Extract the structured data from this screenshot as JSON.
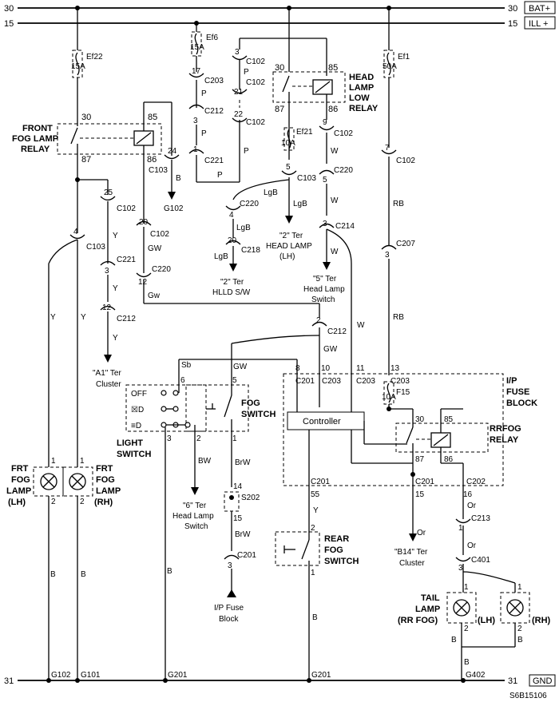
{
  "rails": {
    "bat_num": "30",
    "bat_num_r": "30",
    "bat_label": "BAT+",
    "ill_num": "15",
    "ill_num_r": "15",
    "ill_label": "ILL +",
    "gnd_num": "31",
    "gnd_num_r": "31",
    "gnd_label": "GND"
  },
  "fuses": {
    "ef22_name": "Ef22",
    "ef22_rating": "15A",
    "ef6_name": "Ef6",
    "ef6_rating": "15A",
    "ef1_name": "Ef1",
    "ef1_rating": "50A",
    "ef21_name": "Ef21",
    "ef21_rating": "10A",
    "f15_name": "F15",
    "f15_rating": "10A"
  },
  "relays": {
    "front_fog": [
      "FRONT",
      "FOG LAMP",
      "RELAY"
    ],
    "front_fog_pins": [
      "30",
      "85",
      "87",
      "86"
    ],
    "head_low": [
      "HEAD",
      "LAMP",
      "LOW",
      "RELAY"
    ],
    "head_low_pins": [
      "30",
      "85",
      "87",
      "86"
    ],
    "rrfog": [
      "RRFOG",
      "RELAY"
    ],
    "rrfog_pins": [
      "30",
      "85",
      "87",
      "86"
    ]
  },
  "connectors": {
    "c102a": "C102",
    "c203": "C203",
    "c212a": "C212",
    "c221a": "C221",
    "c102b": "C102",
    "c102c": "C102",
    "c103a": "C103",
    "c102d": "C102",
    "c220a": "C220",
    "c103b": "C103",
    "c220b": "C220",
    "c218": "C218",
    "c214": "C214",
    "c102e": "C102",
    "c207": "C207",
    "c102f": "C102",
    "c103c": "C103",
    "c102g": "C102",
    "c221b": "C221",
    "c212b": "C212",
    "c220c": "C220",
    "c212c": "C212",
    "c201a": "C201",
    "c203b": "C203",
    "c203c": "C203",
    "c203d": "C203",
    "c201b": "C201",
    "c202": "C202",
    "c201c": "C201",
    "c213": "C213",
    "c401": "C401",
    "c201d": "C201",
    "s202": "S202"
  },
  "pins": {
    "p3a": "3",
    "p17": "17",
    "p21": "21",
    "p3b": "3",
    "p22": "22",
    "p1a": "1",
    "p9": "9",
    "p5a": "5",
    "p5b": "5",
    "p4a": "4",
    "p20a": "20",
    "p3c": "3",
    "p7": "7",
    "p3d": "3",
    "p24": "24",
    "p25": "25",
    "p4b": "4",
    "p3e": "3",
    "p12a": "12",
    "p20b": "20",
    "p12b": "12",
    "p2a": "2",
    "p6": "6",
    "p5c": "5",
    "p8": "8",
    "p10": "10",
    "p11": "11",
    "p13": "13",
    "p3f": "3",
    "p2b": "2",
    "p1b": "1",
    "p14": "14",
    "p15a": "15",
    "p3g": "3",
    "p55": "55",
    "p2c": "2",
    "p1c": "1",
    "p15b": "15",
    "p16": "16",
    "p1d": "1",
    "p3h": "3",
    "lh1": "1",
    "lh2": "2",
    "rh1": "1",
    "rh2": "2",
    "tl1": "1",
    "tl2": "2",
    "tr1": "1",
    "tr2": "2"
  },
  "wires": {
    "p_a": "P",
    "p_b": "P",
    "p_c": "P",
    "p_d": "P",
    "w_a": "W",
    "w_b": "W",
    "w_c": "W",
    "w_d": "W",
    "lgb_a": "LgB",
    "lgb_b": "LgB",
    "lgb_c": "LgB",
    "lgb_d": "LgB",
    "rb_a": "RB",
    "rb_b": "RB",
    "b_a": "B",
    "y_a": "Y",
    "y_b": "Y",
    "y_c": "Y",
    "y_d": "Y",
    "y_e": "Y",
    "gw_a": "GW",
    "gw_b": "Gw",
    "gw_c": "GW",
    "gw_d": "GW",
    "sb": "Sb",
    "bw": "BW",
    "brw_a": "BrW",
    "brw_b": "BrW",
    "y_f": "Y",
    "b_b": "B",
    "b_c": "B",
    "b_d": "B",
    "b_e": "B",
    "or_a": "Or",
    "or_b": "Or",
    "or_c": "Or",
    "b_f": "B",
    "b_g": "B",
    "b_h": "B"
  },
  "destinations": {
    "g102_top": "G102",
    "headlamp_lh": [
      "\"2\" Ter",
      "HEAD LAMP",
      "(LH)"
    ],
    "hlld": [
      "\"2\" Ter",
      "HLLD S/W"
    ],
    "headswitch5": [
      "\"5\" Ter",
      "Head Lamp",
      "Switch"
    ],
    "cluster_a1": [
      "\"A1\" Ter",
      "Cluster"
    ],
    "headswitch6": [
      "\"6\" Ter",
      "Head Lamp",
      "Switch"
    ],
    "ipfuse": [
      "I/P Fuse",
      "Block"
    ],
    "cluster_b14": [
      "\"B14\" Ter",
      "Cluster"
    ]
  },
  "components": {
    "fog_switch": [
      "FOG",
      "SWITCH"
    ],
    "light_switch": [
      "LIGHT",
      "SWITCH"
    ],
    "light_pos": [
      "OFF",
      "☒D",
      "≡D"
    ],
    "ip_fuse_block": [
      "I/P",
      "FUSE",
      "BLOCK"
    ],
    "controller": "Controller",
    "rear_fog": [
      "REAR",
      "FOG",
      "SWITCH"
    ],
    "frt_fog_lh": [
      "FRT",
      "FOG",
      "LAMP",
      "(LH)"
    ],
    "frt_fog_rh": [
      "FRT",
      "FOG",
      "LAMP",
      "(RH)"
    ],
    "tail_lamp": [
      "TAIL",
      "LAMP",
      "(RR FOG)"
    ],
    "tail_lh": "(LH)",
    "tail_rh": "(RH)"
  },
  "grounds": {
    "g102": "G102",
    "g101": "G101",
    "g201a": "G201",
    "g201b": "G201",
    "g402": "G402"
  },
  "figure_id": "S6B15106"
}
